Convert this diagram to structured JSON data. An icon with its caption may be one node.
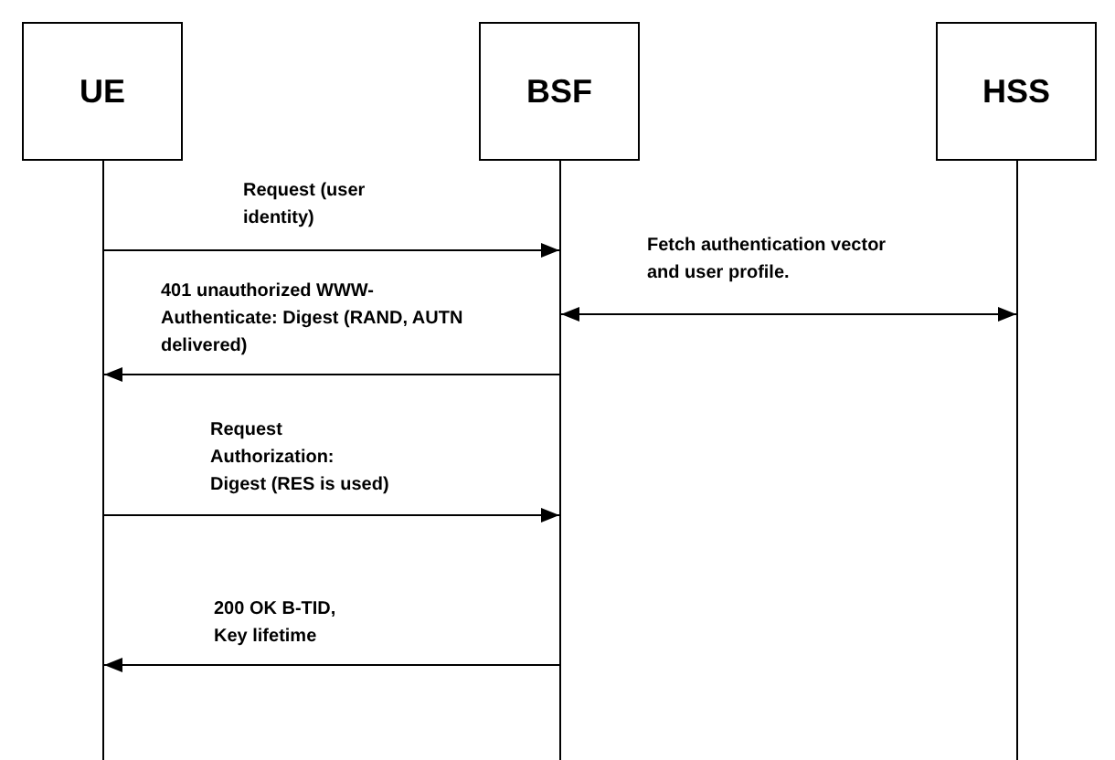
{
  "diagram": {
    "nodes": [
      {
        "text": [
          "UE"
        ]
      },
      {
        "text": [
          "BSF"
        ]
      },
      {
        "text": [
          "HSS"
        ]
      },
      {
        "text": [],
        "shape": "bar"
      },
      {
        "text": [],
        "shape": "bar"
      },
      {
        "text": [],
        "shape": "bar"
      }
    ],
    "edges": [
      {
        "from": 3,
        "to": 4,
        "arrow": "to",
        "label": "Request (user identity)"
      },
      {
        "from": 4,
        "to": 5,
        "arrow": "both",
        "label": "Fetch authentication vector and user profile."
      },
      {
        "from": 4,
        "to": 3,
        "arrow": "to",
        "label": "401 unauthorized WWW-Authenticate: Digest (RAND, AUTN delivered)"
      },
      {
        "from": 3,
        "to": 4,
        "arrow": "to",
        "label": "Request Authorization: Digest (RES is used)"
      },
      {
        "from": 4,
        "to": 3,
        "arrow": "to",
        "label": "200 OK B-TID, Key lifetime"
      }
    ]
  }
}
